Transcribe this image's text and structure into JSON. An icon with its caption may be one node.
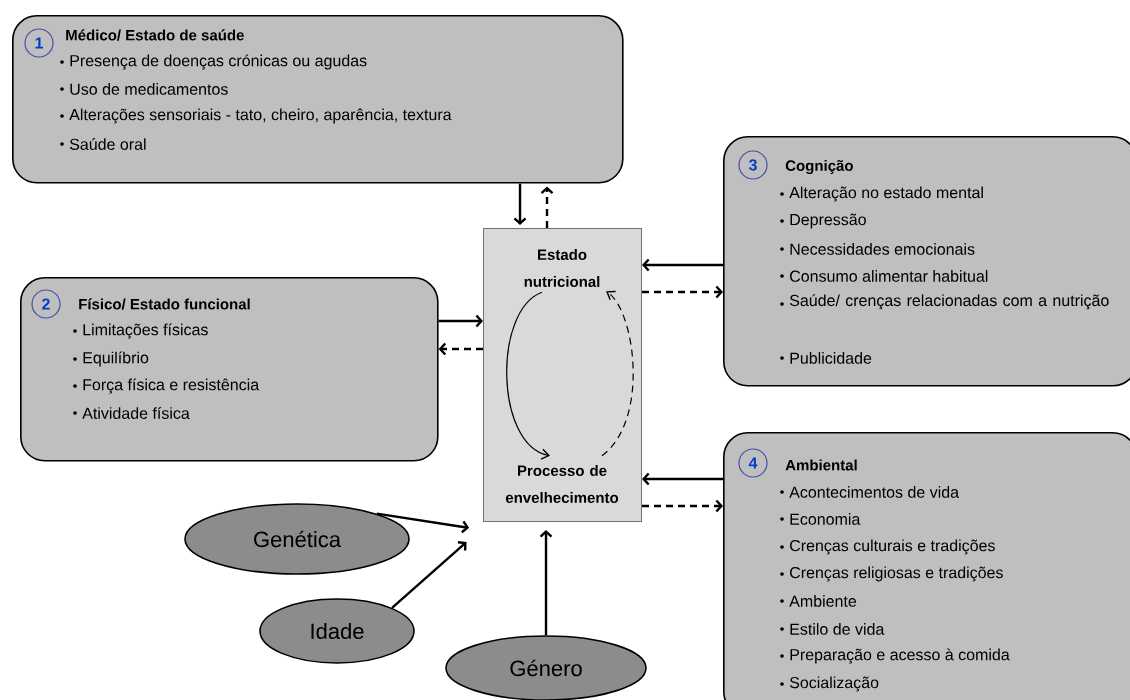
{
  "diagram": {
    "nodes": [
      {
        "text": [
          "Médico/ Estado de saúde",
          "Presença de doenças crónicas ou agudas",
          "Uso de medicamentos",
          "Alterações sensoriais - tato, cheiro, aparência, textura",
          "Saúde oral"
        ]
      },
      {
        "text": [
          "1"
        ],
        "in": 0
      },
      {
        "text": [
          "Físico/ Estado funcional",
          "Limitações físicas",
          "Equilíbrio",
          "Força física e resistência",
          "Atividade física"
        ]
      },
      {
        "text": [
          "2"
        ],
        "in": 2
      },
      {
        "text": [],
        "shape": "box"
      },
      {
        "text": [
          "Estado nutricional"
        ],
        "in": 4
      },
      {
        "text": [
          "Processo de envelhecimento"
        ],
        "in": 4
      },
      {
        "text": [
          "Cognição",
          "Alteração no estado mental",
          "Depressão",
          "Necessidades emocionais",
          "Consumo alimentar habitual",
          "Saúde/ crenças relacionadas com a nutrição",
          "Publicidade"
        ]
      },
      {
        "text": [
          "3"
        ],
        "in": 7
      },
      {
        "text": [
          "Ambiental",
          "Acontecimentos de vida",
          "Economia",
          "Crenças culturais e tradições",
          "Crenças religiosas e tradições",
          "Ambiente",
          "Estilo de vida",
          "Preparação e acesso à comida",
          "Socialização"
        ]
      },
      {
        "text": [
          "4"
        ],
        "in": 9
      },
      {
        "text": [
          "Genética"
        ]
      },
      {
        "text": [
          "Idade"
        ]
      },
      {
        "text": [
          "Género"
        ]
      }
    ],
    "edges": [
      {
        "from": 0,
        "to": 4,
        "arrow": "to"
      },
      {
        "from": 4,
        "to": 0,
        "arrow": "to",
        "style": "dashed"
      },
      {
        "from": 2,
        "to": 4,
        "arrow": "to"
      },
      {
        "from": 4,
        "to": 2,
        "arrow": "to",
        "style": "dashed"
      },
      {
        "from": 7,
        "to": 4,
        "arrow": "to"
      },
      {
        "from": 4,
        "to": 7,
        "arrow": "to",
        "style": "dashed"
      },
      {
        "from": 9,
        "to": 4,
        "arrow": "to"
      },
      {
        "from": 4,
        "to": 9,
        "arrow": "to",
        "style": "dashed"
      },
      {
        "from": 5,
        "to": 6,
        "arrow": "to"
      },
      {
        "from": 6,
        "to": 5,
        "arrow": "to",
        "style": "dashed"
      },
      {
        "from": 11,
        "to": 4,
        "arrow": "to"
      },
      {
        "from": 12,
        "to": 4,
        "arrow": "to"
      },
      {
        "from": 13,
        "to": 4,
        "arrow": "to"
      }
    ]
  }
}
